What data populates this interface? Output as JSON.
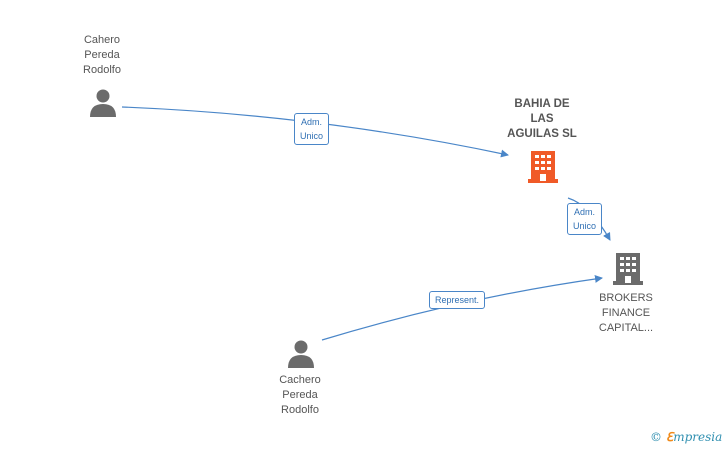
{
  "nodes": {
    "person_top": {
      "label": "Cahero\nPereda\nRodolfo"
    },
    "company_main": {
      "label": "BAHIA DE\nLAS\nAGUILAS SL",
      "color": "#f05a28"
    },
    "company_second": {
      "label": "BROKERS\nFINANCE\nCAPITAL...",
      "color": "#6b6b6b"
    },
    "person_bottom": {
      "label": "Cachero\nPereda\nRodolfo"
    }
  },
  "edges": {
    "e1": {
      "label": "Adm.\nUnico"
    },
    "e2": {
      "label": "Adm.\nUnico"
    },
    "e3": {
      "label": "Represent."
    }
  },
  "colors": {
    "edge": "#4a86c8",
    "person_icon": "#6b6b6b"
  },
  "watermark": {
    "symbol": "©",
    "brand_first": "ℇ",
    "brand_rest": "mpresia"
  }
}
